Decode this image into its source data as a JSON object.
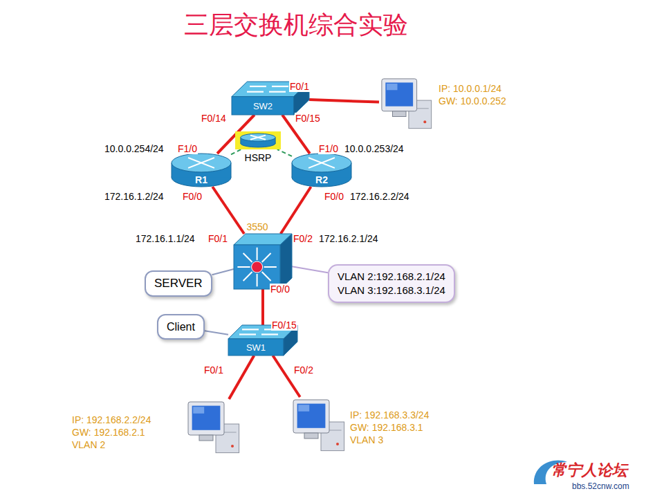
{
  "diagram": {
    "title": "三层交换机综合实验",
    "nodes": [
      {
        "text": [
          "SW2"
        ]
      },
      {
        "text": [
          "IP: 10.0.0.1/24",
          "GW: 10.0.0.252"
        ]
      },
      {
        "text": [
          "HSRP"
        ]
      },
      {
        "text": [
          "R1"
        ]
      },
      {
        "text": [
          "R2"
        ]
      },
      {
        "text": [
          "3550"
        ]
      },
      {
        "text": [
          "SERVER"
        ]
      },
      {
        "text": [
          "VLAN 2:192.168.2.1/24",
          "VLAN 3:192.168.3.1/24"
        ]
      },
      {
        "text": [
          "Client"
        ]
      },
      {
        "text": [
          "SW1"
        ]
      },
      {
        "text": [
          "IP: 192.168.2.2/24",
          "GW: 192.168.2.1",
          "VLAN 2"
        ]
      },
      {
        "text": [
          "IP: 192.168.3.3/24",
          "GW: 192.168.3.1",
          "VLAN 3"
        ]
      }
    ],
    "edges": [
      {
        "from": 0,
        "to": 1,
        "arrow": "none"
      },
      {
        "from": 0,
        "to": 3,
        "arrow": "none"
      },
      {
        "from": 0,
        "to": 4,
        "arrow": "none"
      },
      {
        "from": 3,
        "to": 2,
        "arrow": "none"
      },
      {
        "from": 4,
        "to": 2,
        "arrow": "none"
      },
      {
        "from": 3,
        "to": 5,
        "arrow": "none"
      },
      {
        "from": 4,
        "to": 5,
        "arrow": "none"
      },
      {
        "from": 5,
        "to": 9,
        "arrow": "none"
      },
      {
        "from": 9,
        "to": 10,
        "arrow": "none"
      },
      {
        "from": 9,
        "to": 11,
        "arrow": "none"
      },
      {
        "from": 6,
        "to": 5,
        "arrow": "none"
      },
      {
        "from": 7,
        "to": 5,
        "arrow": "none"
      },
      {
        "from": 8,
        "to": 9,
        "arrow": "none"
      }
    ],
    "labels": [
      "F0/1",
      "F0/14",
      "F0/15",
      "10.0.0.254/24",
      "F1/0",
      "F1/0",
      "10.0.0.253/24",
      "172.16.1.2/24",
      "F0/0",
      "F0/0",
      "172.16.2.2/24",
      "172.16.1.1/24",
      "F0/1",
      "F0/2",
      "172.16.2.1/24",
      "F0/0",
      "F0/15",
      "F0/1",
      "F0/2",
      "常宁人论坛",
      "bbs.52cnw.com"
    ]
  }
}
